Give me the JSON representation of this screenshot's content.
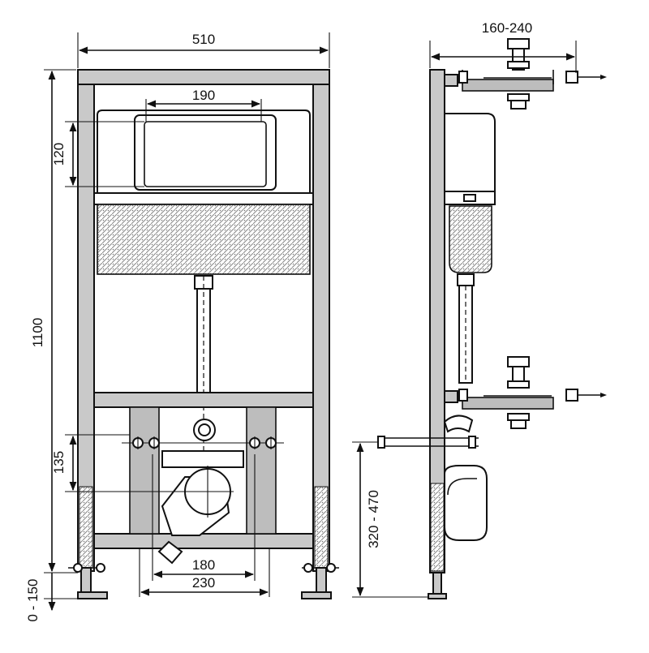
{
  "dimensions": {
    "frame_width": "510",
    "panel_width": "190",
    "panel_height": "120",
    "total_height": "1100",
    "outlet_offset": "135",
    "feet_adjust": "0 - 150",
    "bolt_spacing": "180",
    "bracket_spacing": "230",
    "wall_distance": "160-240",
    "outlet_height": "320 - 470"
  },
  "colors": {
    "steel": "#c9c9c9",
    "line": "#111111",
    "background": "#ffffff"
  }
}
